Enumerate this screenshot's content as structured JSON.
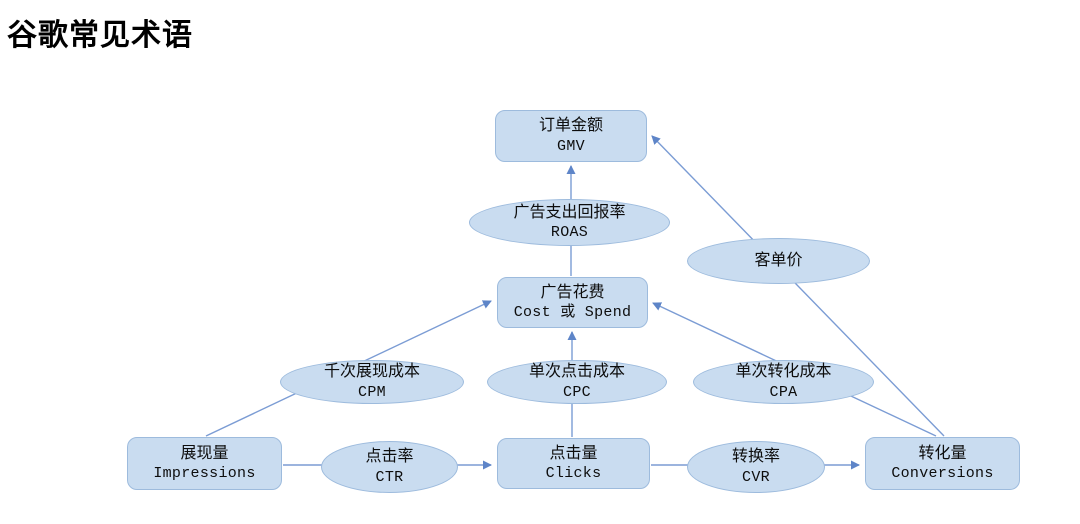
{
  "title": "谷歌常见术语",
  "colors": {
    "shape_fill": "#c9dcf0",
    "shape_border": "#9dbbdd",
    "arrow": "#5e85c8",
    "text": "#0d0d0d",
    "bg": "#ffffff"
  },
  "nodes": {
    "gmv": {
      "zh": "订单金额",
      "en": "GMV",
      "shape": "rect"
    },
    "roas": {
      "zh": "广告支出回报率",
      "en": "ROAS",
      "shape": "ellipse"
    },
    "aov": {
      "zh": "客单价",
      "shape": "ellipse"
    },
    "cost": {
      "zh": "广告花费",
      "en": "Cost 或 Spend",
      "shape": "rect"
    },
    "cpm": {
      "zh": "千次展现成本",
      "en": "CPM",
      "shape": "ellipse"
    },
    "cpc": {
      "zh": "单次点击成本",
      "en": "CPC",
      "shape": "ellipse"
    },
    "cpa": {
      "zh": "单次转化成本",
      "en": "CPA",
      "shape": "ellipse"
    },
    "impressions": {
      "zh": "展现量",
      "en": "Impressions",
      "shape": "rect"
    },
    "ctr": {
      "zh": "点击率",
      "en": "CTR",
      "shape": "ellipse"
    },
    "clicks": {
      "zh": "点击量",
      "en": "Clicks",
      "shape": "rect"
    },
    "cvr": {
      "zh": "转换率",
      "en": "CVR",
      "shape": "ellipse"
    },
    "conversions": {
      "zh": "转化量",
      "en": "Conversions",
      "shape": "rect"
    }
  },
  "edges": [
    {
      "from": "impressions",
      "via": "cpm",
      "to": "cost"
    },
    {
      "from": "clicks",
      "via": "cpc",
      "to": "cost"
    },
    {
      "from": "conversions",
      "via": "cpa",
      "to": "cost"
    },
    {
      "from": "cost",
      "via": "roas",
      "to": "gmv"
    },
    {
      "from": "conversions",
      "via": "aov",
      "to": "gmv"
    },
    {
      "from": "impressions",
      "via": "ctr",
      "to": "clicks"
    },
    {
      "from": "clicks",
      "via": "cvr",
      "to": "conversions"
    }
  ]
}
